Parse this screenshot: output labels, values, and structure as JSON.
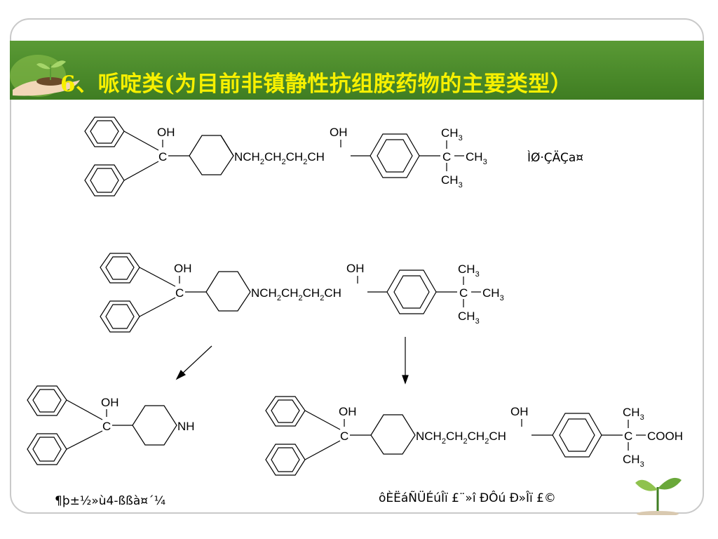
{
  "slide": {
    "title": "6、哌啶类(为目前非镇静性抗组胺药物的主要类型）"
  },
  "labels": {
    "oh": "OH",
    "c": "C",
    "n_chain": "NCH",
    "ch": "CH",
    "ch3": "CH",
    "nh": "NH",
    "cooh": "COOH",
    "sub2": "2",
    "sub3": "3"
  },
  "captions": {
    "top_right": "ÌØ·ÇÄÇa¤",
    "bottom_left": "¶þ±½»ù4-ßßà¤´¼",
    "bottom_right": "ôÈËáÑÜÉúÎï £¨»î ÐÔú Ð»Îï £©"
  }
}
